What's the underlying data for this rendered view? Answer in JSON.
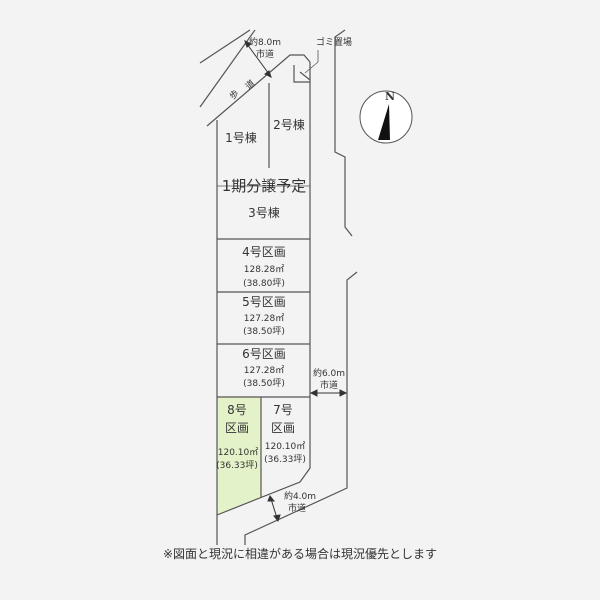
{
  "roads": {
    "north_width": "約8.0m",
    "north_type": "市道",
    "sidewalk_1": "歩",
    "sidewalk_2": "道",
    "east_width": "約6.0m",
    "east_type": "市道",
    "south_width": "約4.0m",
    "south_type": "市道"
  },
  "garbage_area": "ゴミ置場",
  "compass": "N",
  "phase1": {
    "label": "1期分譲予定",
    "buildings": [
      "1号棟",
      "2号棟",
      "3号棟"
    ]
  },
  "lots": [
    {
      "name": "4号区画",
      "area": "128.28㎡",
      "tsubo": "(38.80坪)"
    },
    {
      "name": "5号区画",
      "area": "127.28㎡",
      "tsubo": "(38.50坪)"
    },
    {
      "name": "6号区画",
      "area": "127.28㎡",
      "tsubo": "(38.50坪)"
    },
    {
      "name_1": "7号",
      "name_2": "区画",
      "area": "120.10㎡",
      "tsubo": "(36.33坪)"
    },
    {
      "name_1": "8号",
      "name_2": "区画",
      "area": "120.10㎡",
      "tsubo": "(36.33坪)",
      "highlight": "#e4f2c9"
    }
  ],
  "footnote": "※図面と現況に相違がある場合は現況優先とします"
}
